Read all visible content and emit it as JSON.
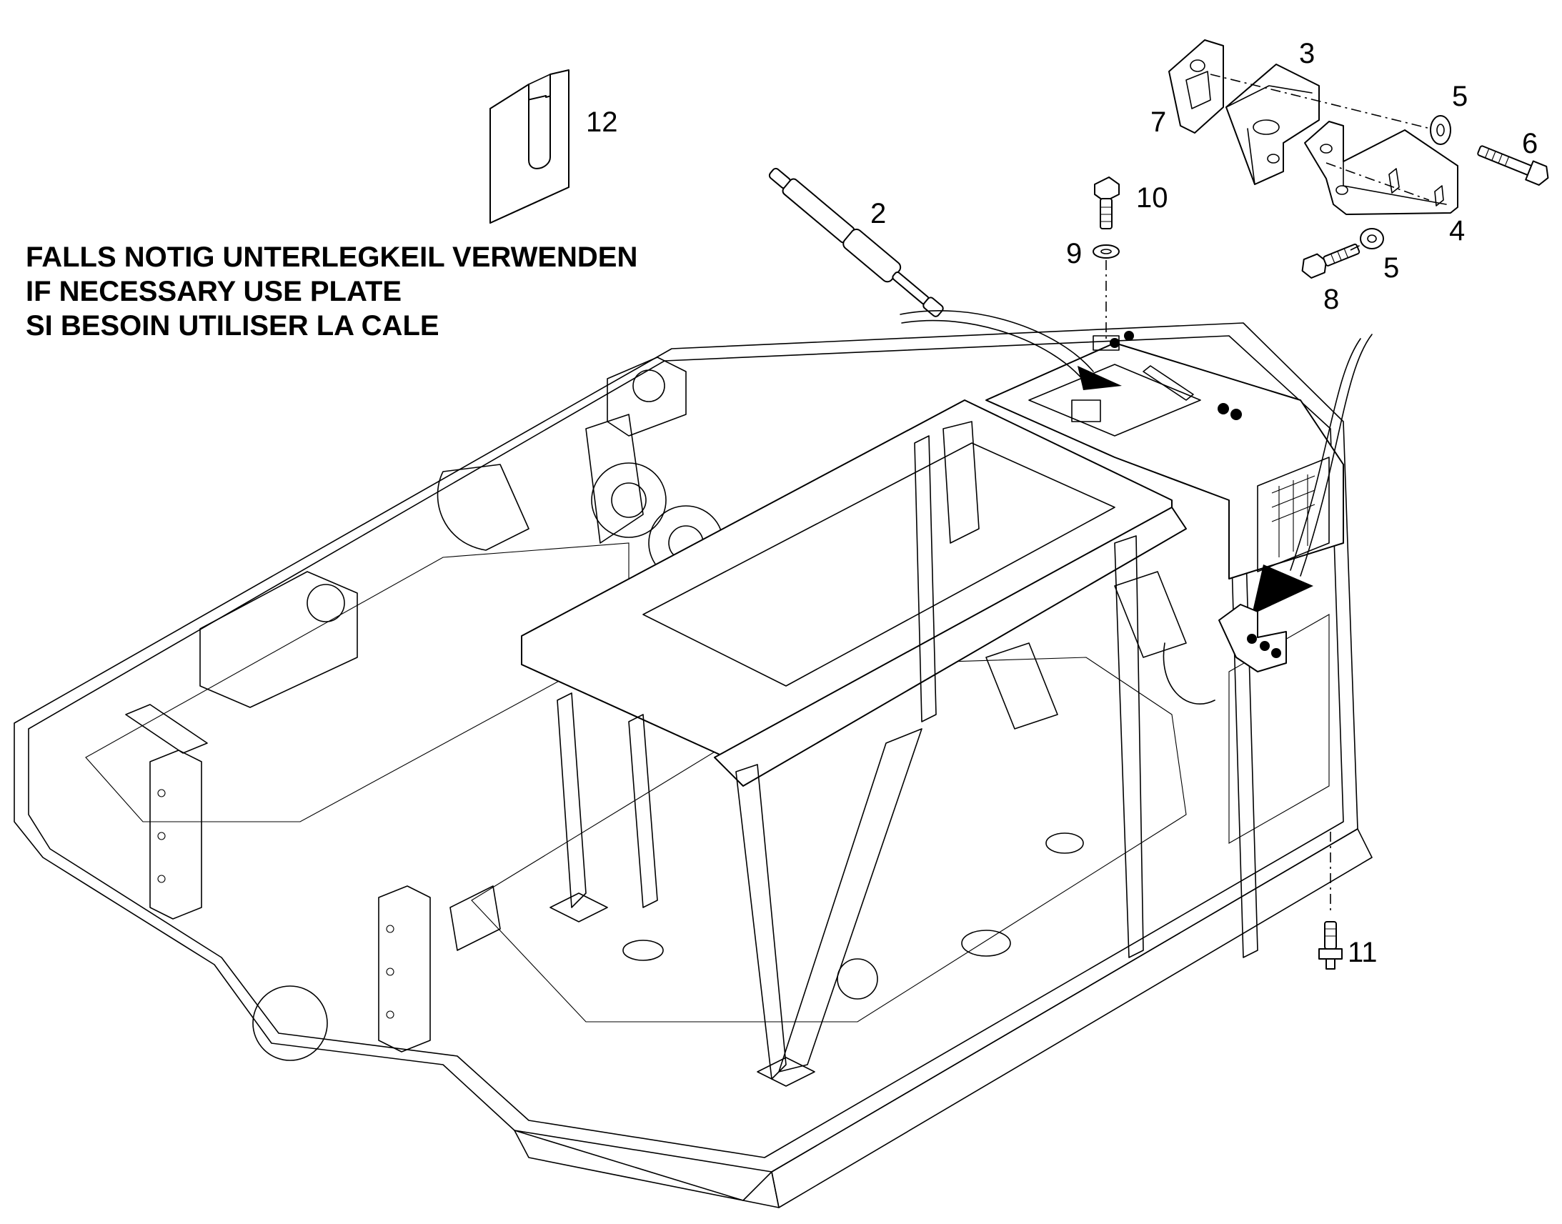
{
  "notes": [
    "FALLS NOTIG UNTERLEGKEIL VERWENDEN",
    "IF NECESSARY USE PLATE",
    "SI BESOIN UTILISER LA CALE"
  ],
  "callouts": {
    "c12": "12",
    "c2": "2",
    "c3": "3",
    "c7": "7",
    "c5a": "5",
    "c6": "6",
    "c10": "10",
    "c9": "9",
    "c4": "4",
    "c5b": "5",
    "c8": "8",
    "c11": "11"
  },
  "colors": {
    "line": "#000000",
    "background": "#ffffff"
  }
}
